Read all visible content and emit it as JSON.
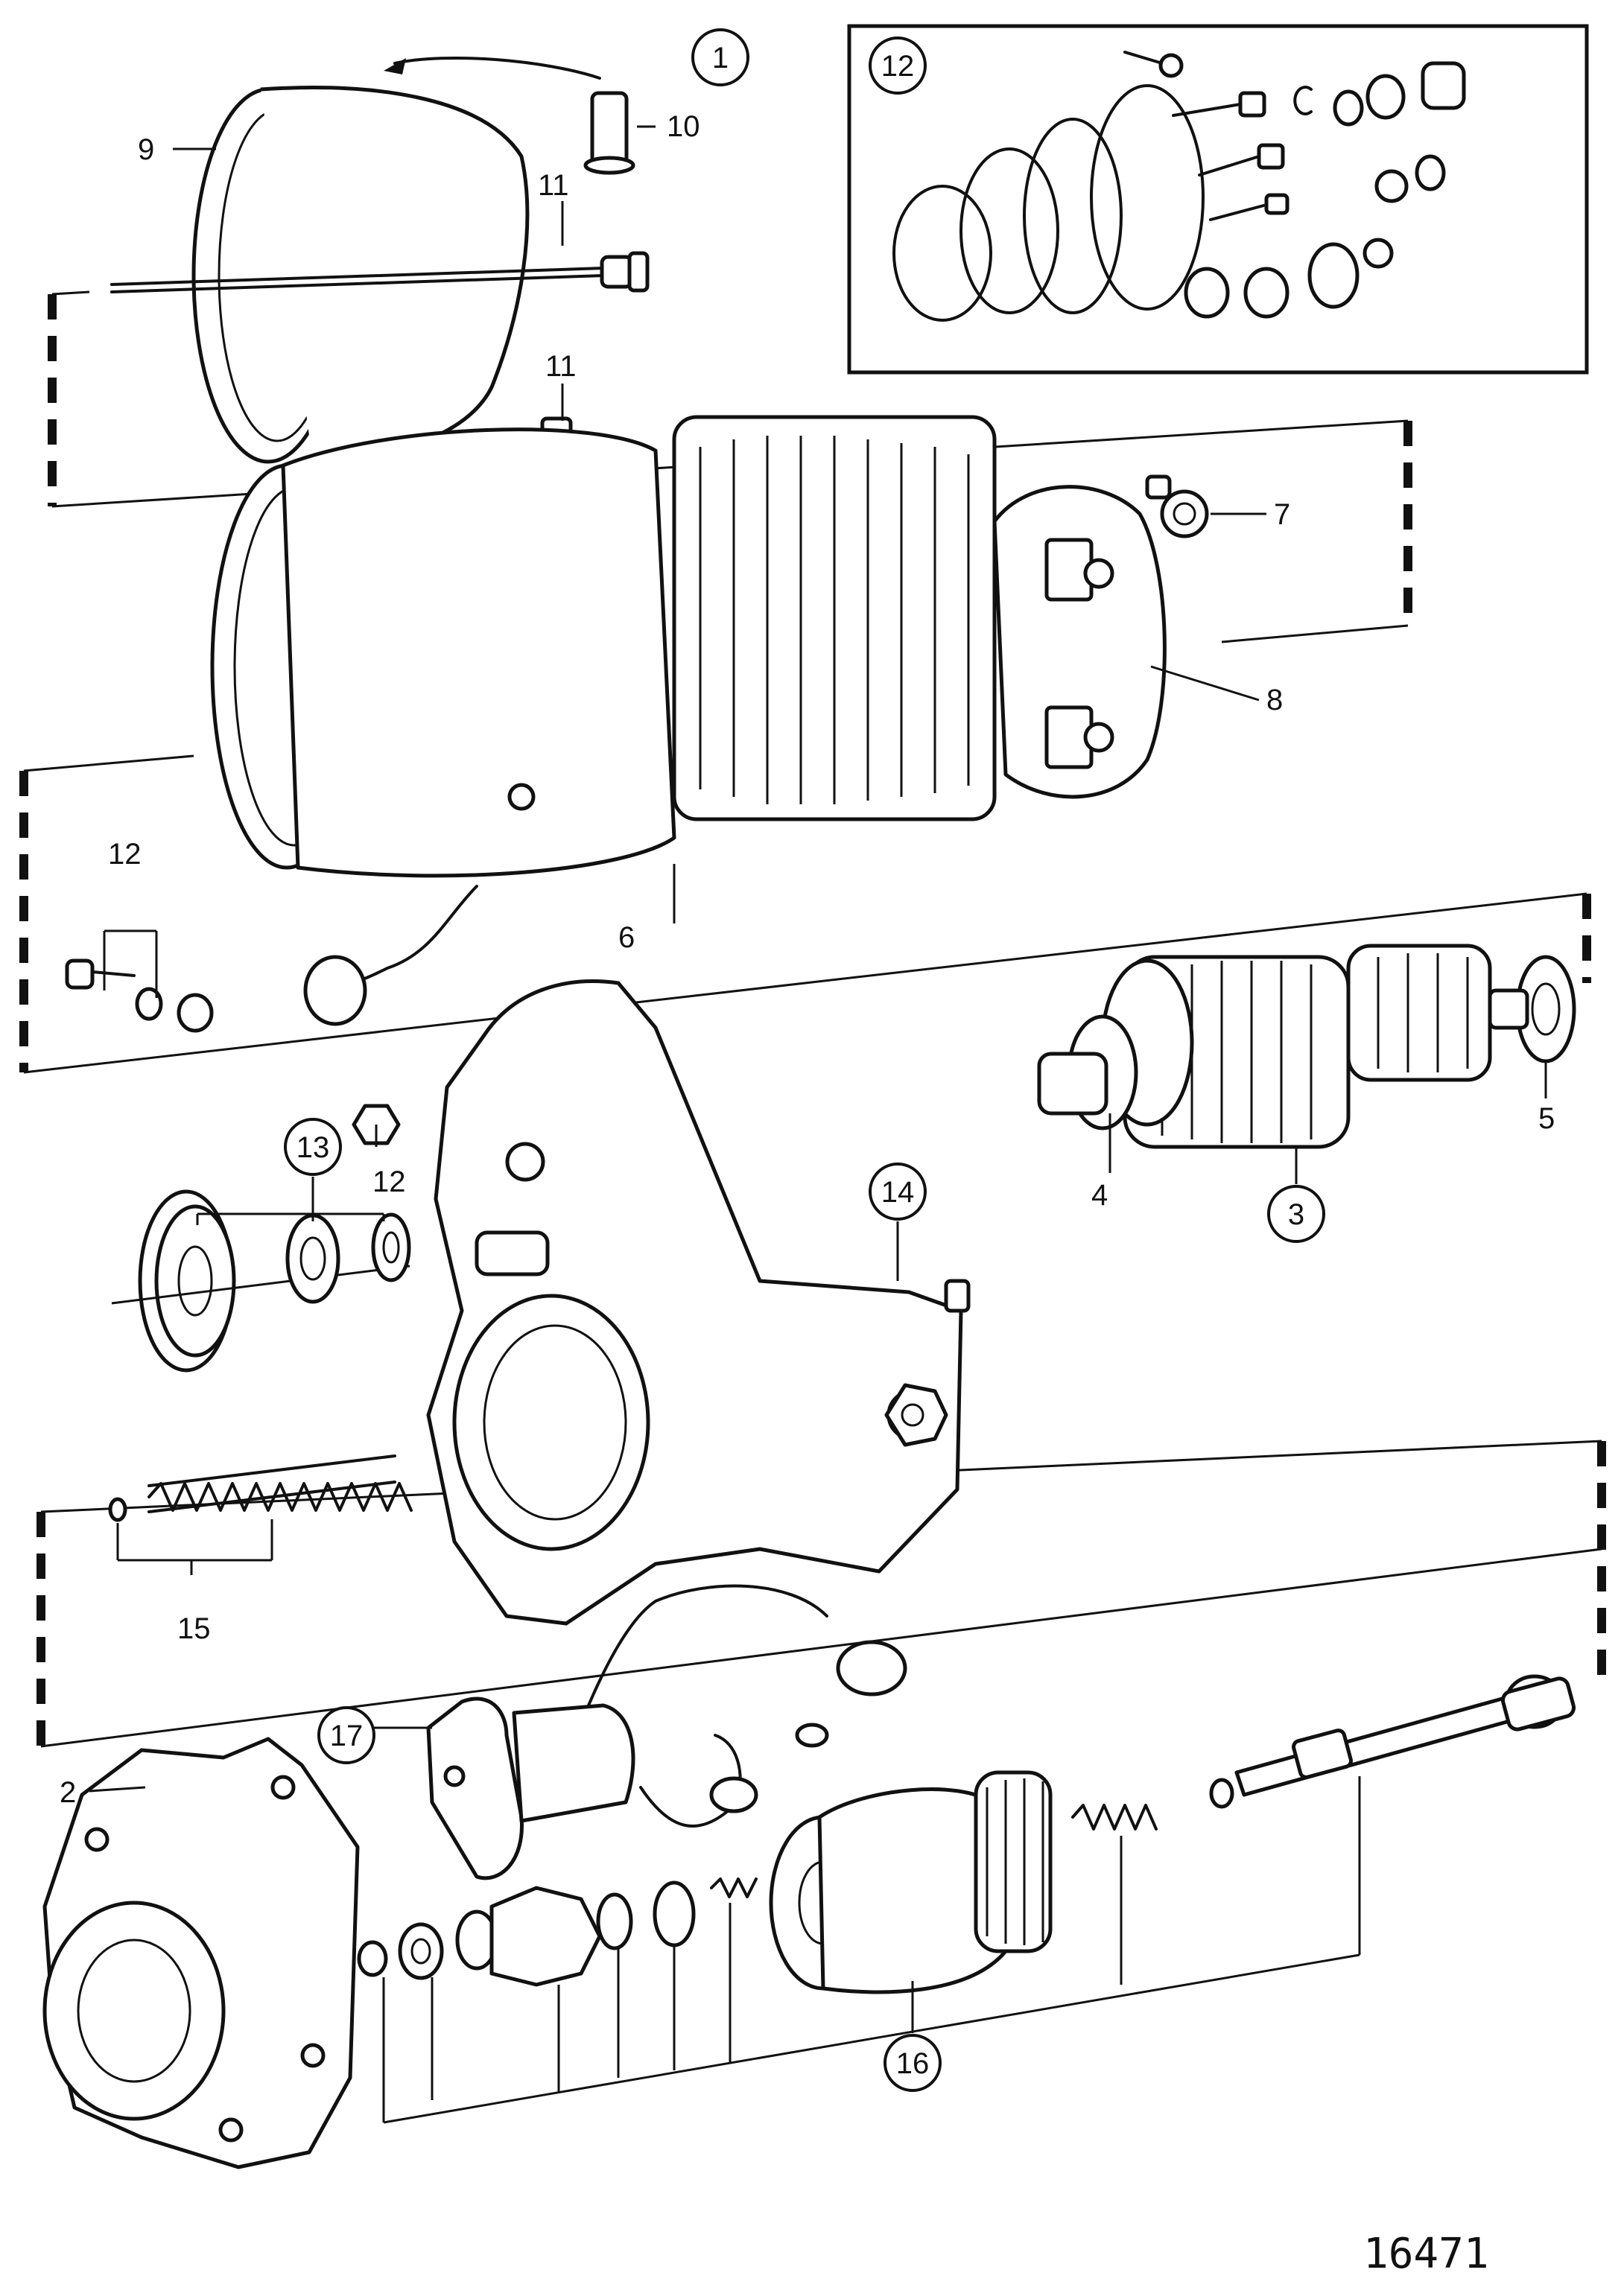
{
  "figure": {
    "drawing_number": "16471"
  },
  "callouts": {
    "c1": "1",
    "c2": "2",
    "c3": "3",
    "c4": "4",
    "c5": "5",
    "c6": "6",
    "c7": "7",
    "c8": "8",
    "c9": "9",
    "c10": "10",
    "c11a": "11",
    "c11b": "11",
    "c12_kit": "12",
    "c12a": "12",
    "c12b": "12",
    "c13": "13",
    "c14": "14",
    "c15": "15",
    "c16": "16",
    "c17": "17"
  }
}
